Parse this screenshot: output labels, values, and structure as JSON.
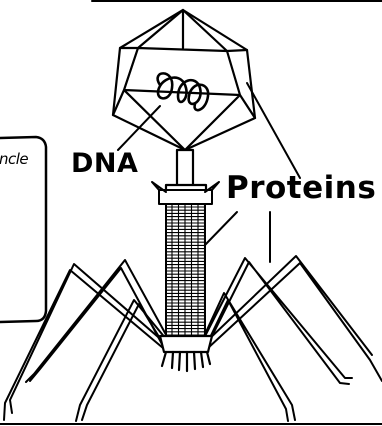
{
  "labels": {
    "dna": "DNA",
    "proteins": "Proteins",
    "cut_off_box_text": "ncle"
  },
  "colors": {
    "ink": "#000000",
    "background": "#ffffff"
  },
  "parts": {
    "head": "icosahedral-capsid",
    "genome": "dna-coil",
    "collar": "collar",
    "sheath": "contractile-tail-sheath",
    "baseplate": "baseplate-with-pins",
    "fibers": "tail-fibers"
  }
}
